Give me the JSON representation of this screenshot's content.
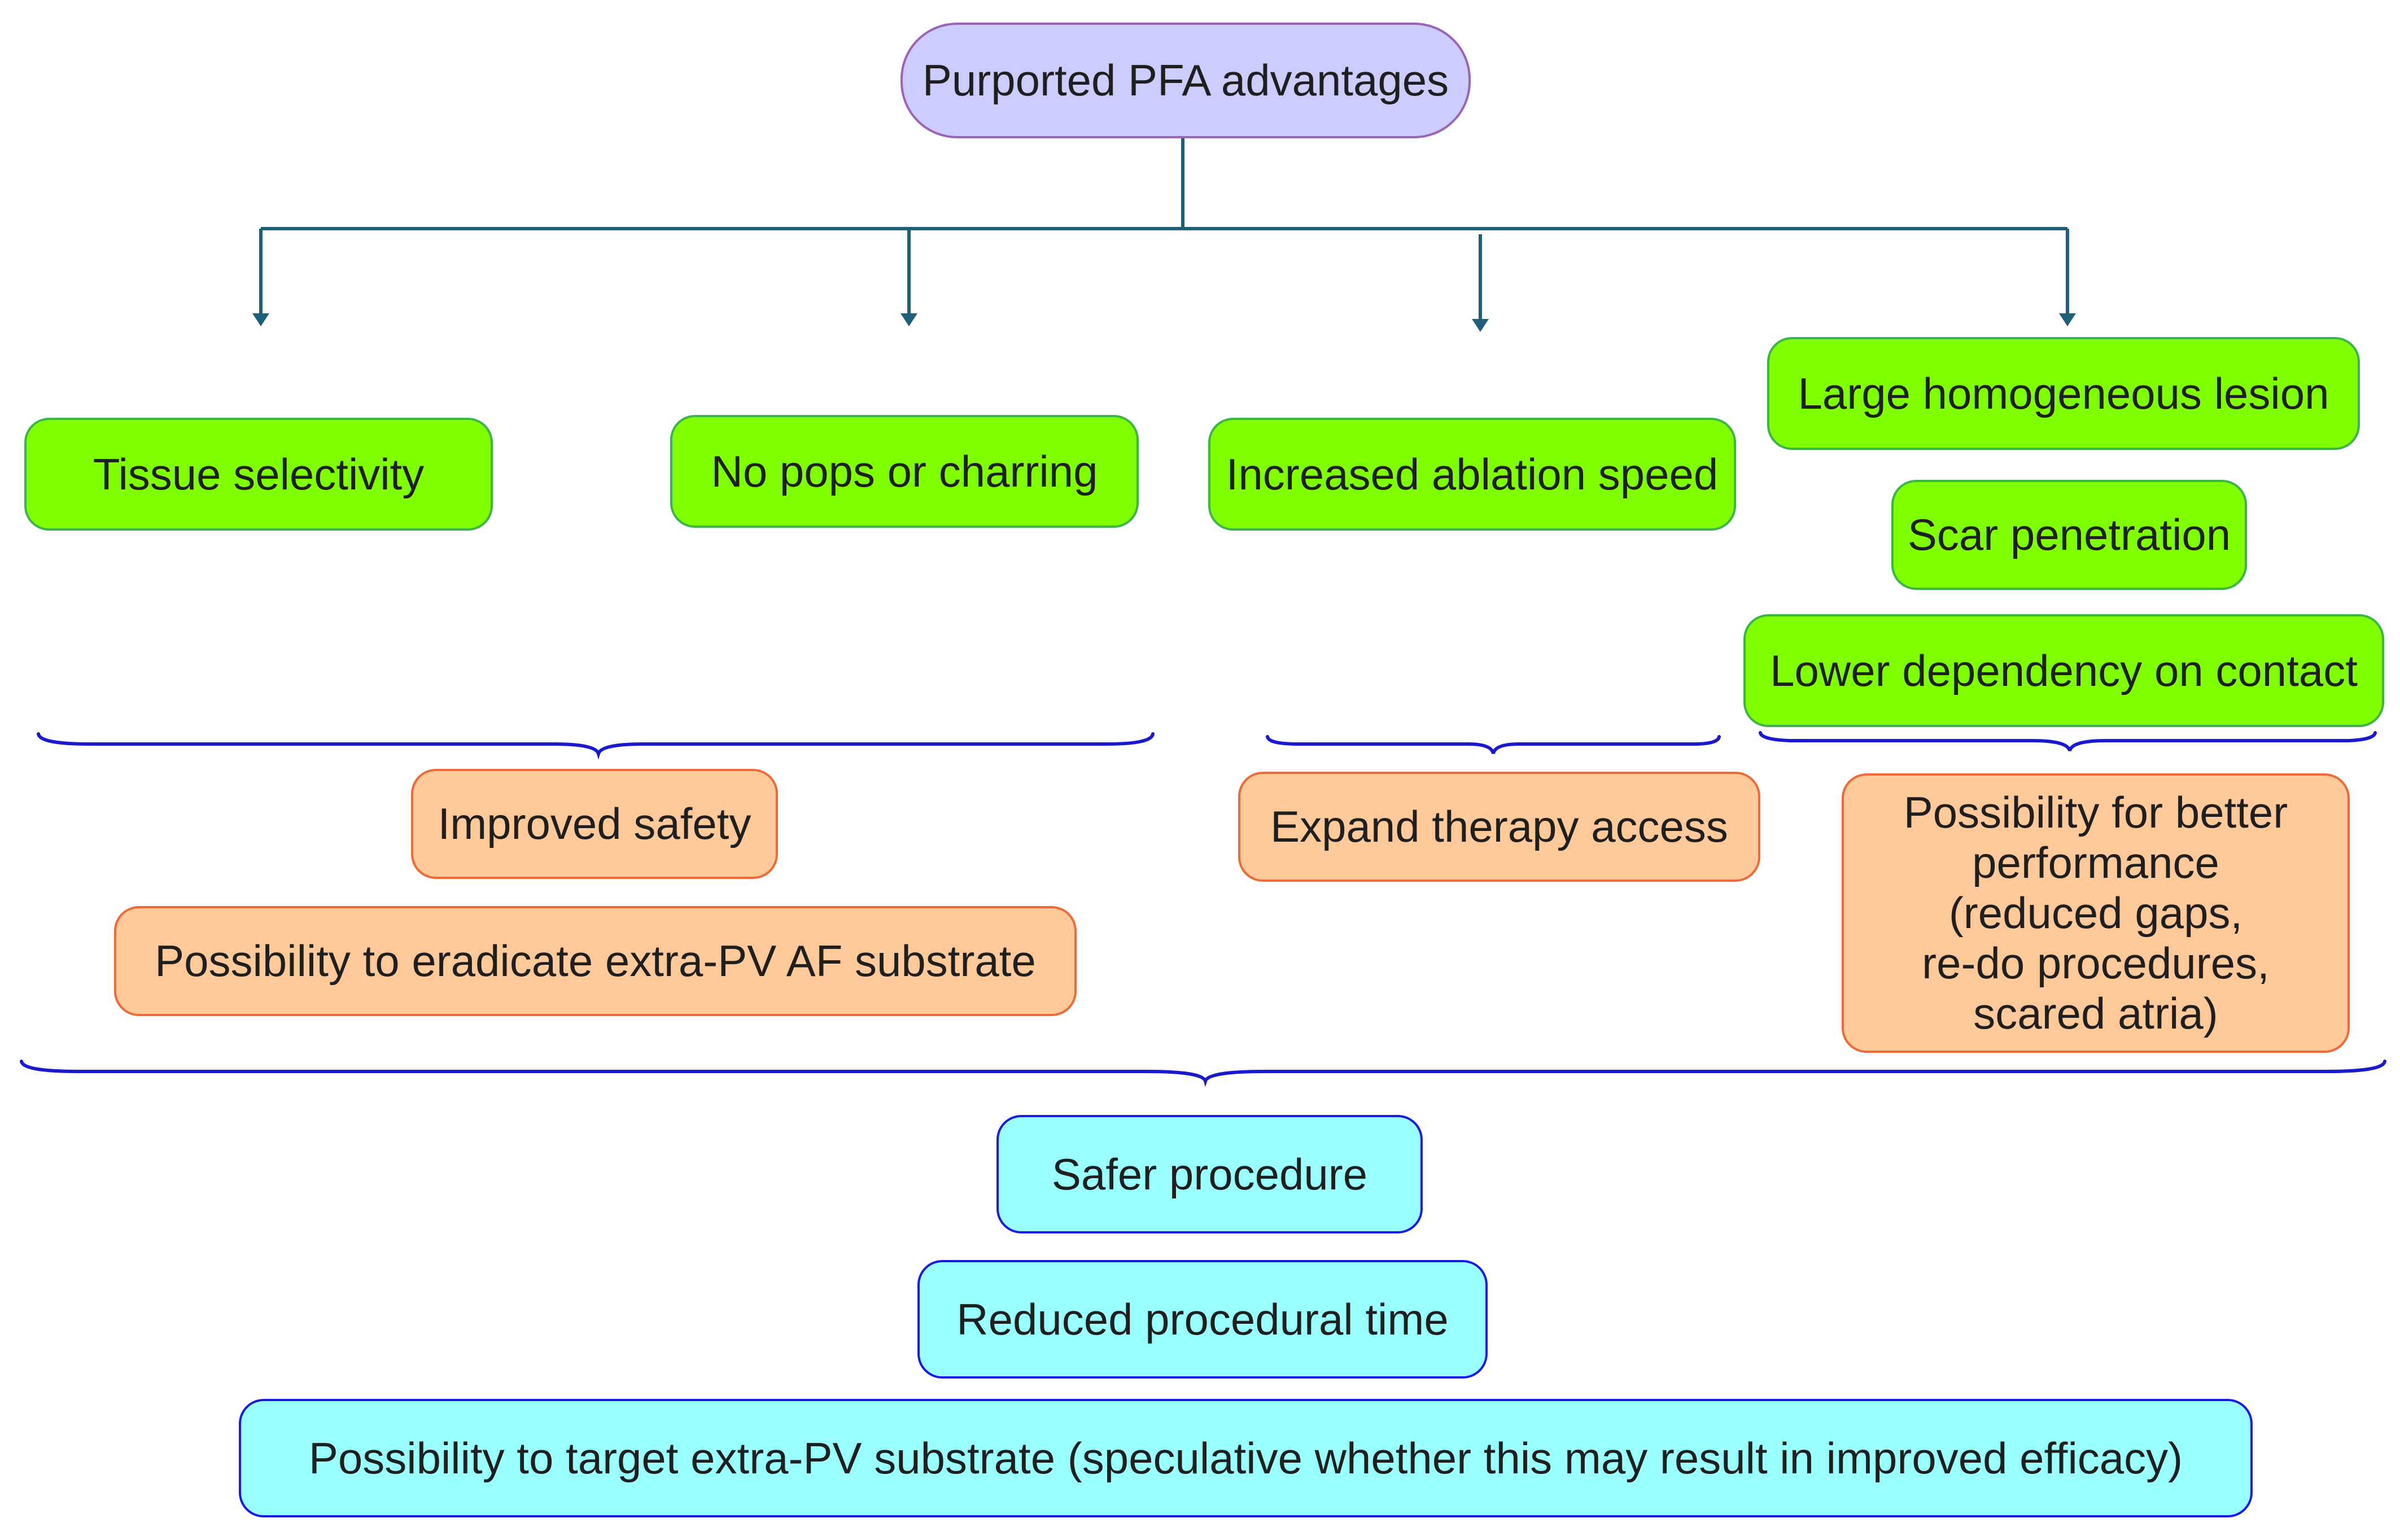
{
  "root": {
    "label": "Purported PFA advantages"
  },
  "features": {
    "tissue_selectivity": "Tissue selectivity",
    "no_pops": "No pops or charring",
    "ablation_speed": "Increased ablation speed",
    "large_lesion": "Large homogeneous lesion",
    "scar_penetration": "Scar penetration",
    "lower_dependency": "Lower dependency on contact"
  },
  "benefits": {
    "improved_safety": "Improved safety",
    "eradicate_substrate": "Possibility to eradicate extra-PV AF substrate",
    "expand_access": "Expand therapy access",
    "better_performance": {
      "line1": "Possibility for better",
      "line2": "performance",
      "line3": "(reduced gaps,",
      "line4": "re-do procedures,",
      "line5": "scared atria)"
    }
  },
  "outcomes": {
    "safer_procedure": "Safer procedure",
    "reduced_time": "Reduced procedural time",
    "target_substrate": "Possibility to target extra-PV substrate (speculative whether this may result in improved efficacy)"
  },
  "colors": {
    "connector": "#1f5f7a",
    "brace": "#1a1acc",
    "root_fill": "#ccccff",
    "feature_fill": "#80ff00",
    "benefit_fill": "#ffc999",
    "outcome_fill": "#99ffff"
  }
}
